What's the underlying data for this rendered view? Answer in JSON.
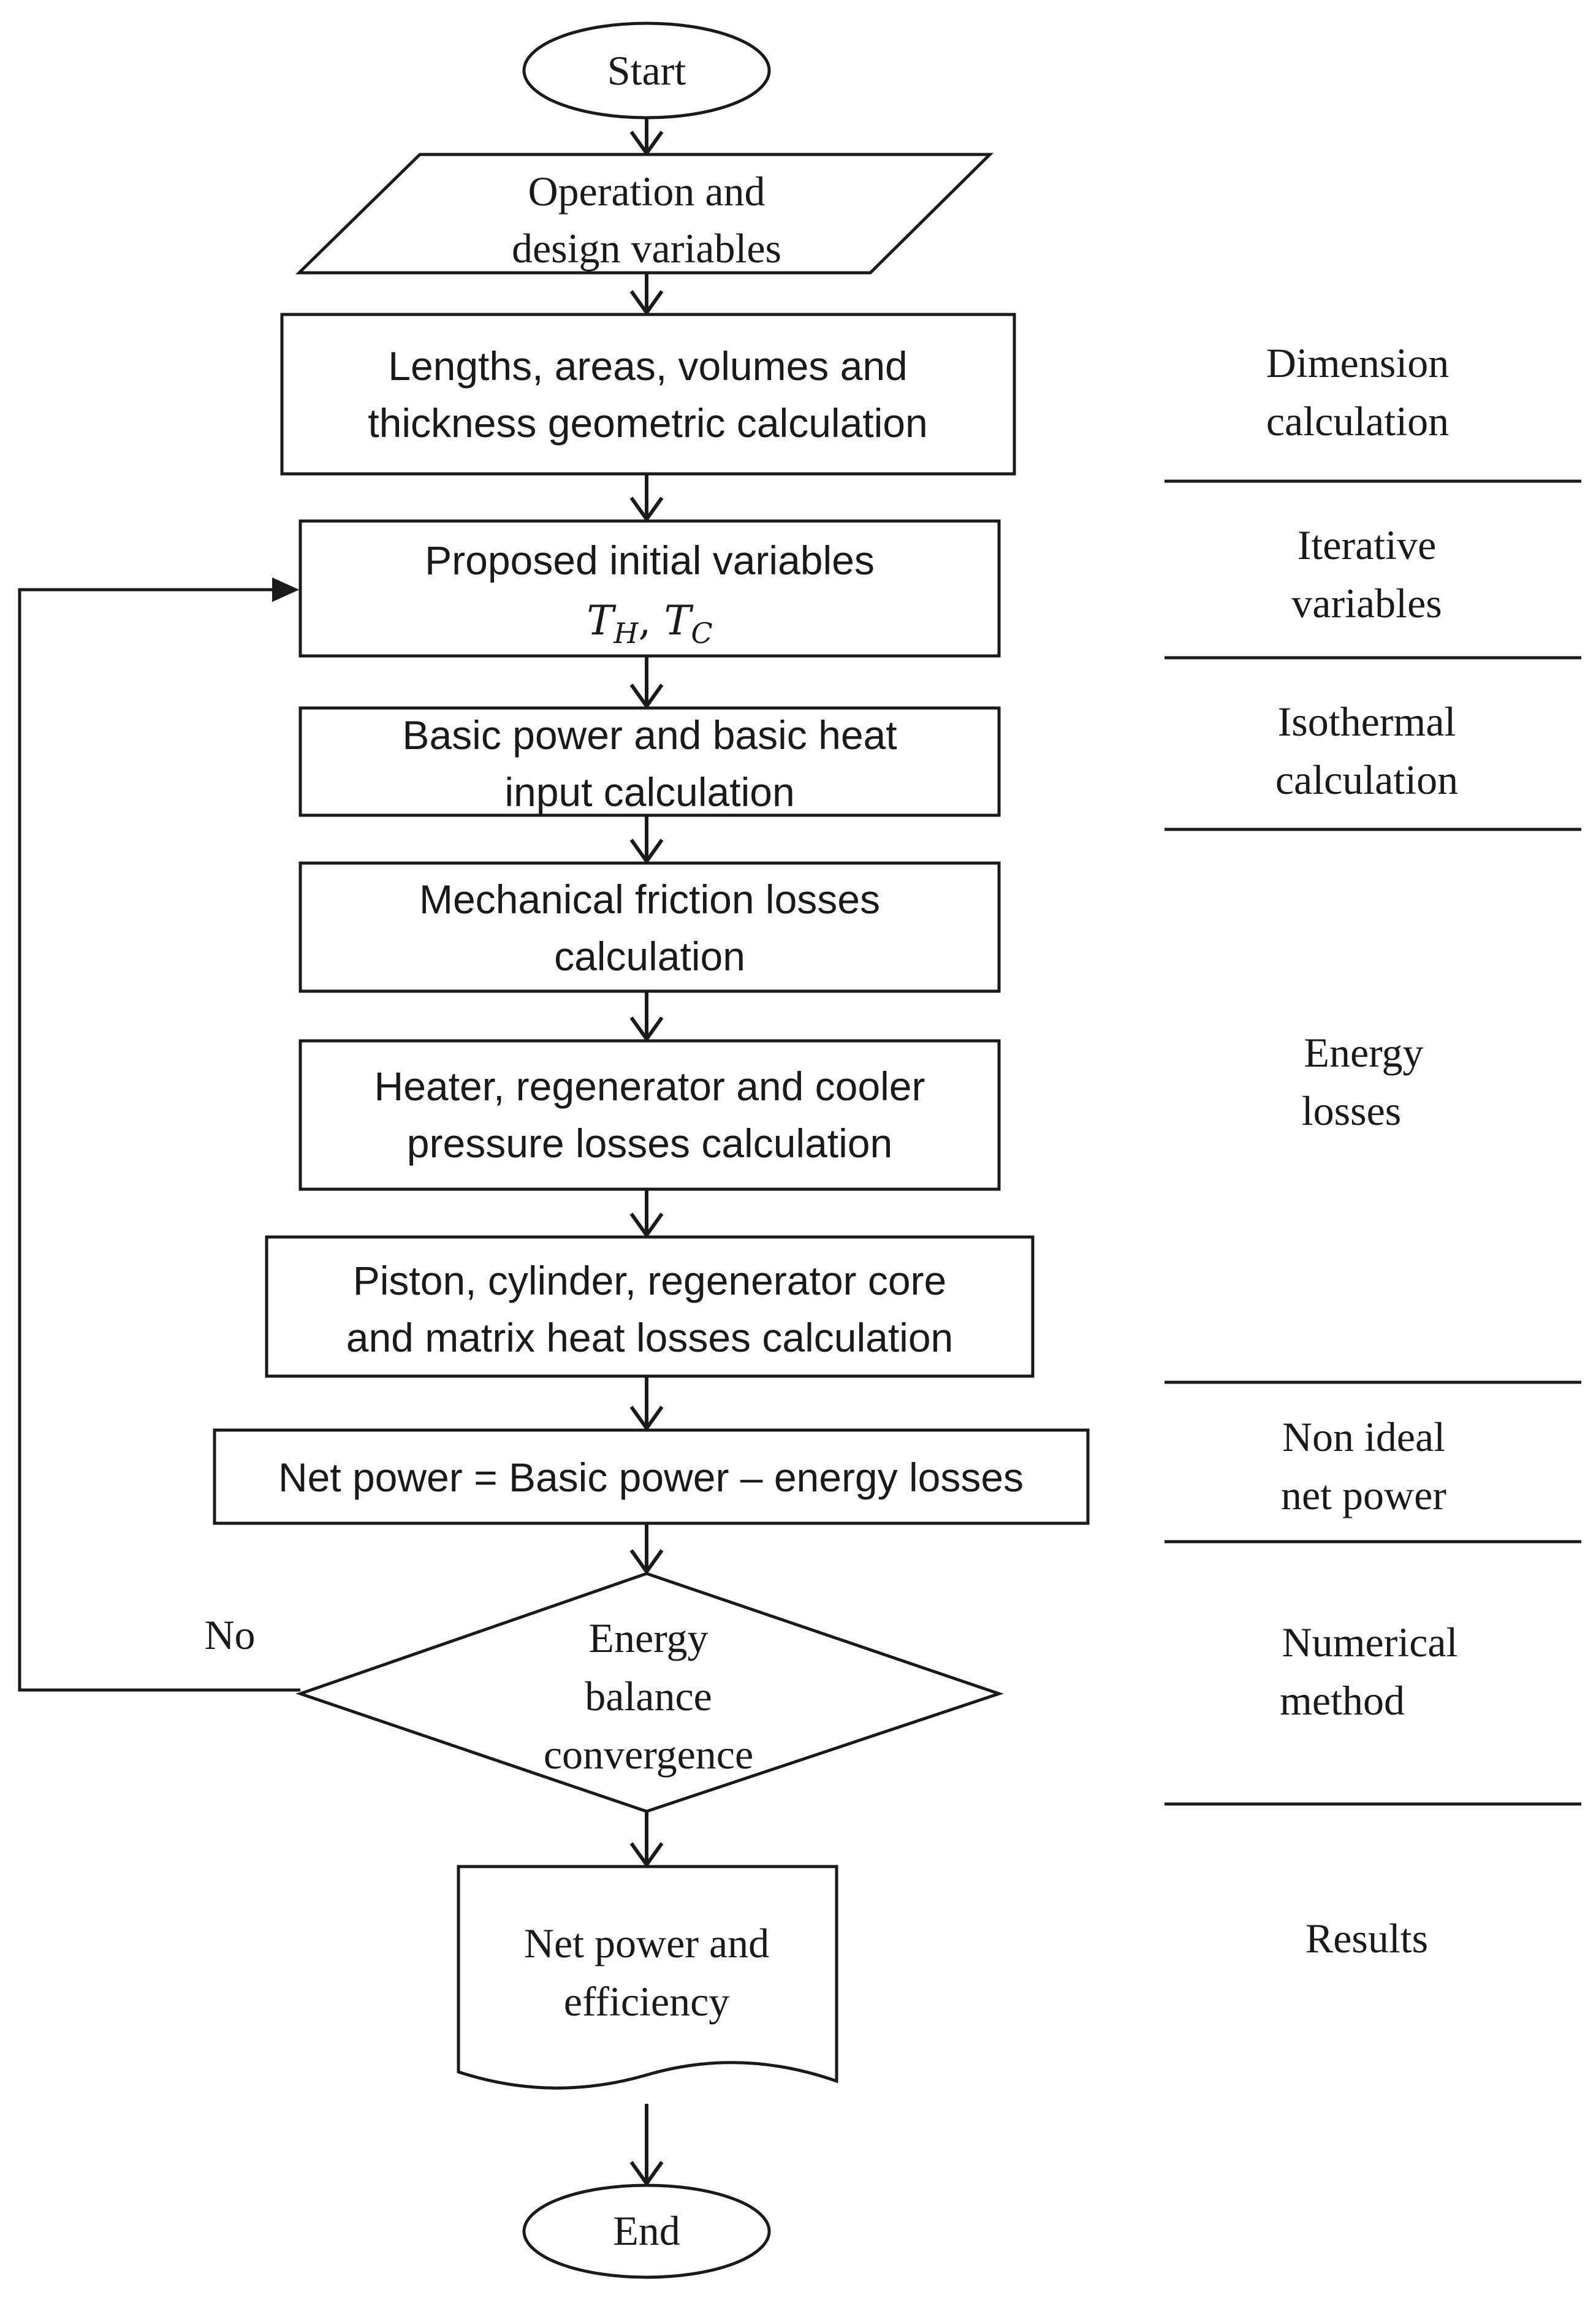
{
  "nodes": {
    "start": "Start",
    "input_line1": "Operation and",
    "input_line2": "design variables",
    "geom_line1": "Lengths, areas, volumes and",
    "geom_line2": "thickness geometric calculation",
    "init_line1": "Proposed initial variables",
    "init_vars": "T_H, T_C",
    "init_th_main": "T",
    "init_th_sub": "H",
    "init_sep": ", ",
    "init_tc_main": "T",
    "init_tc_sub": "C",
    "basic_line1": "Basic power and  basic heat",
    "basic_line2": "input calculation",
    "mech_line1": "Mechanical friction losses",
    "mech_line2": "calculation",
    "press_line1": "Heater, regenerator and cooler",
    "press_line2": "pressure losses calculation",
    "heat_line1": "Piston, cylinder, regenerator core",
    "heat_line2": "and matrix heat losses calculation",
    "net": "Net power = Basic power – energy losses",
    "decision_line1": "Energy",
    "decision_line2": "balance",
    "decision_line3": "convergence",
    "loop_label": "No",
    "result_line1": "Net power and",
    "result_line2": "efficiency",
    "end": "End"
  },
  "stages": {
    "dimension_line1": "Dimension",
    "dimension_line2": "calculation",
    "iterative_line1": "Iterative",
    "iterative_line2": "variables",
    "isothermal_line1": "Isothermal",
    "isothermal_line2": "calculation",
    "energy_line1": "Energy",
    "energy_line2": "losses",
    "nonideal_line1": "Non ideal",
    "nonideal_line2": "net power",
    "numerical_line1": "Numerical",
    "numerical_line2": "method",
    "results": "Results"
  },
  "colors": {
    "stroke": "#1a1a1a",
    "background": "#ffffff"
  }
}
